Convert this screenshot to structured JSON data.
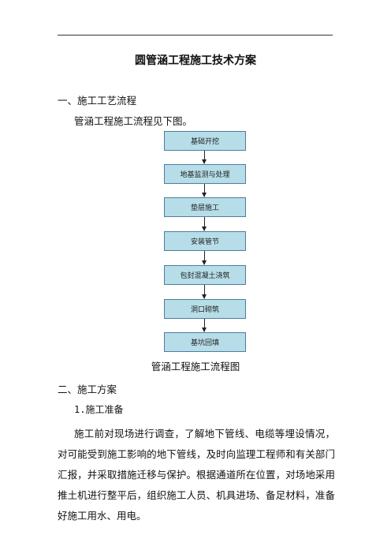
{
  "document": {
    "title": "圆管涵工程施工技术方案",
    "section1_heading": "一、施工工艺流程",
    "section1_intro": "管涵工程施工流程见下图。",
    "flowchart": {
      "steps": [
        "基础开挖",
        "地基监测与处理",
        "垫层施工",
        "安装管节",
        "包封混凝土浇筑",
        "洞口砌筑",
        "基坑回填"
      ],
      "box_color": "#b6dde8",
      "border_color": "#4f7e9e"
    },
    "flowchart_caption": "管涵工程施工流程图",
    "section2_heading": "二、施工方案",
    "subsection1_heading": "1.施工准备",
    "paragraph1": "施工前对现场进行调查，了解地下管线、电缆等埋设情况，对可能受到施工影响的地下管线，及时向监理工程师和有关部门汇报，并采取措施迁移与保护。根据通道所在位置，对场地采用推土机进行整平后，组织施工人员、机具进场、备足材料，准备好施工用水、用电。"
  }
}
